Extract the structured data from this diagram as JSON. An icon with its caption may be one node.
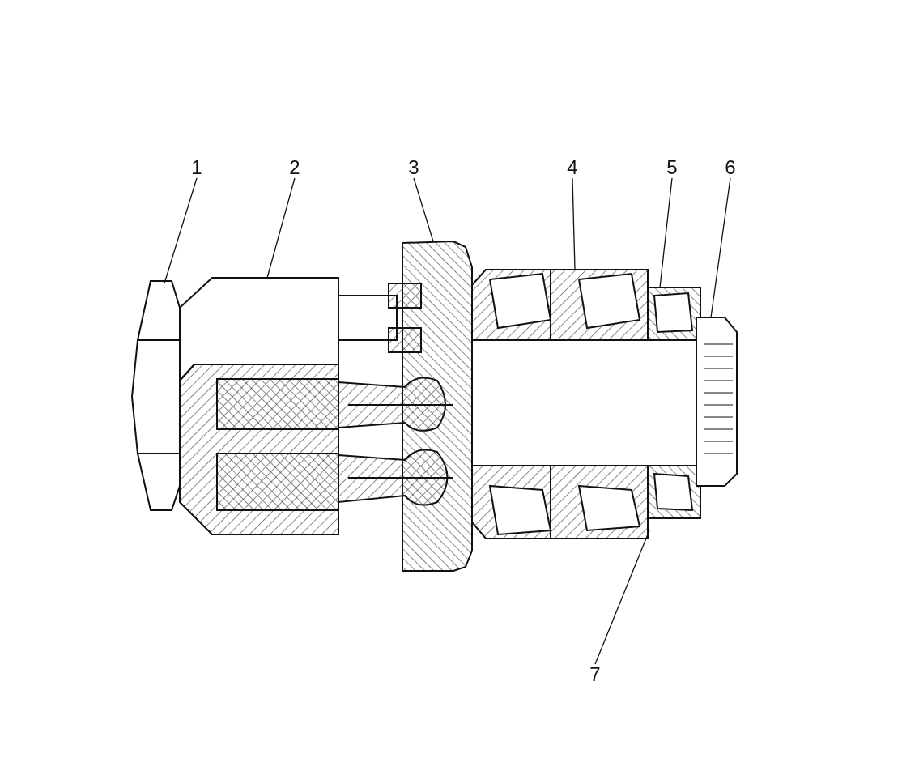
{
  "diagram": {
    "nodes": [
      {
        "text": [
          "1"
        ]
      },
      {
        "text": [
          "2"
        ]
      },
      {
        "text": [
          "3"
        ]
      },
      {
        "text": [
          "4"
        ]
      },
      {
        "text": [
          "5"
        ]
      },
      {
        "text": [
          "6"
        ]
      },
      {
        "text": [
          "7"
        ]
      }
    ],
    "edges": [
      {
        "from": 0,
        "to": null,
        "arrow": "none"
      },
      {
        "from": 1,
        "to": null,
        "arrow": "none"
      },
      {
        "from": 2,
        "to": null,
        "arrow": "none"
      },
      {
        "from": 3,
        "to": null,
        "arrow": "none"
      },
      {
        "from": 4,
        "to": null,
        "arrow": "none"
      },
      {
        "from": 5,
        "to": null,
        "arrow": "none"
      },
      {
        "from": 6,
        "to": null,
        "arrow": "none"
      }
    ]
  }
}
